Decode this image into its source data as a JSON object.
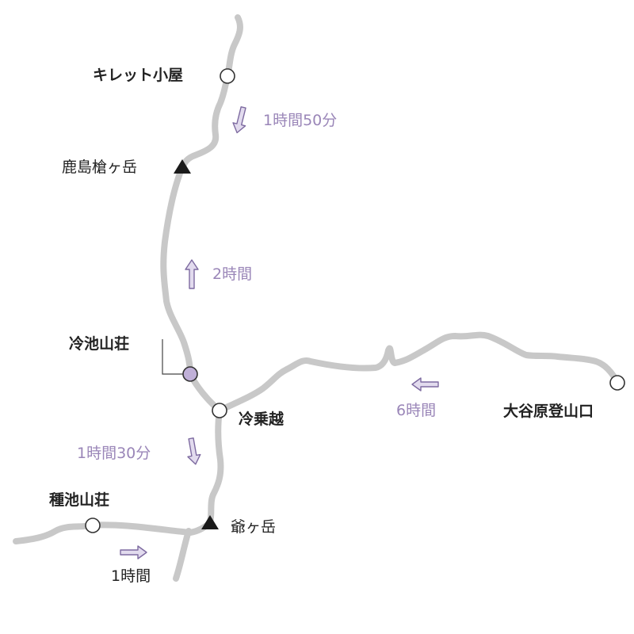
{
  "colors": {
    "trail": "#c8c8c8",
    "time_label": "#9a86b8",
    "arrow_fill": "#e2dbee",
    "arrow_stroke": "#7d6aa0",
    "hut_highlight": "#c0b0d8",
    "summit": "#1a1a1a",
    "text": "#222222"
  },
  "places": {
    "kiretto_hut": {
      "label": "キレット小屋",
      "marker": "circle"
    },
    "kashimayari": {
      "label": "鹿島槍ヶ岳",
      "marker": "triangle"
    },
    "tsumeike_hut": {
      "label": "冷池山荘",
      "marker": "circle-highlight"
    },
    "tsumenori": {
      "label": "冷乗越",
      "marker": "circle"
    },
    "ogura_trailhead": {
      "label": "大谷原登山口",
      "marker": "circle"
    },
    "taneike_hut": {
      "label": "種池山荘",
      "marker": "circle"
    },
    "jiigatake": {
      "label": "爺ヶ岳",
      "marker": "triangle"
    }
  },
  "times": {
    "kiretto_to_kashimayari": {
      "label": "1時間50分",
      "arrow": "down"
    },
    "tsumeike_to_kashimayari": {
      "label": "2時間",
      "arrow": "up"
    },
    "trailhead_to_tsumenori": {
      "label": "6時間",
      "arrow": "left"
    },
    "tsumenori_to_jii": {
      "label": "1時間30分",
      "arrow": "down"
    },
    "taneike_to_jii": {
      "label": "1時間",
      "arrow": "right"
    }
  }
}
